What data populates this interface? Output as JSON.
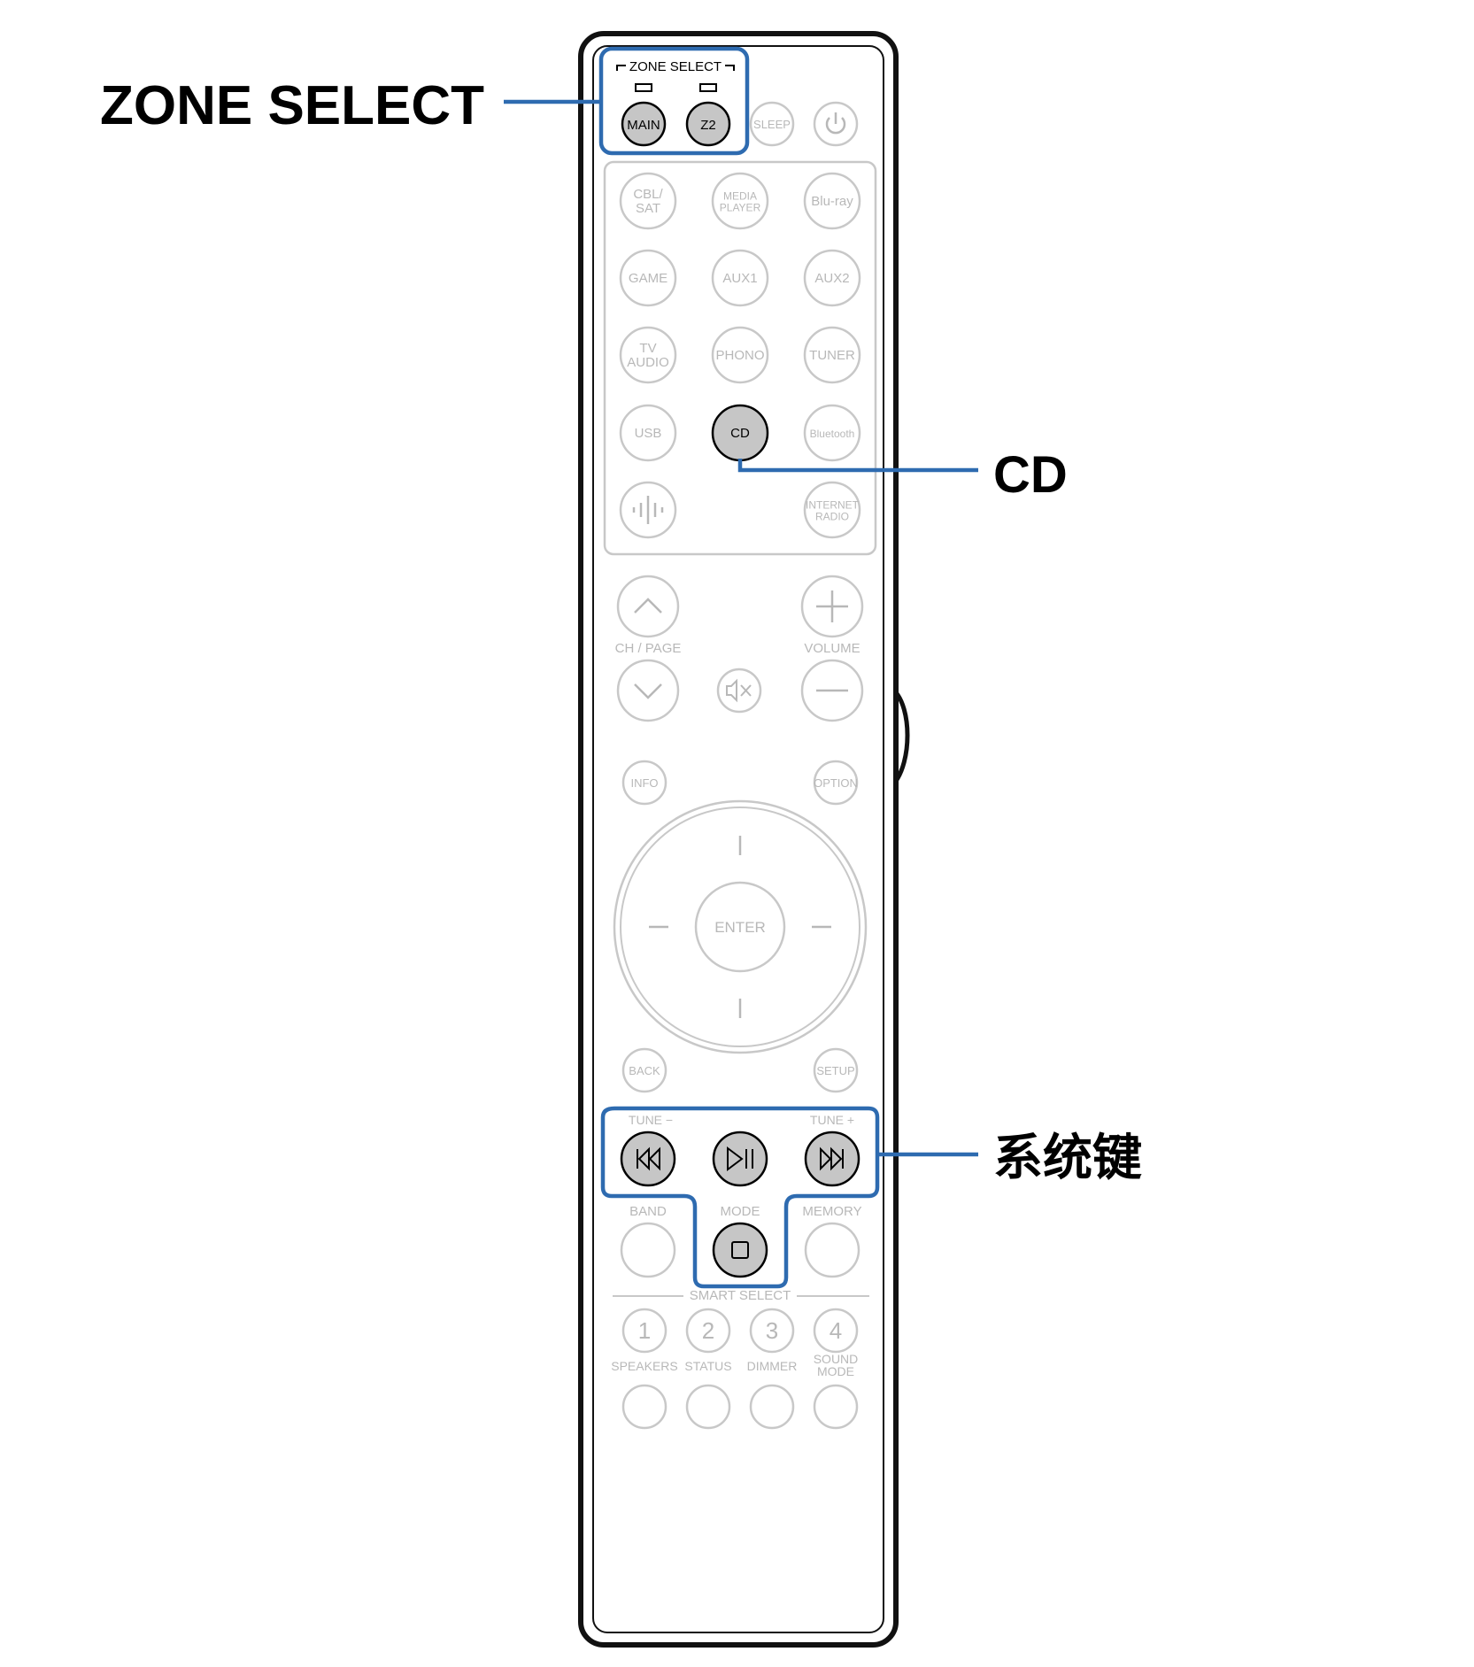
{
  "callouts": {
    "zone_select": "ZONE SELECT",
    "cd": "CD",
    "system_keys": "系统键"
  },
  "remote": {
    "zone_select_label": "ZONE SELECT",
    "main": "MAIN",
    "z2": "Z2",
    "sleep": "SLEEP",
    "source_buttons": [
      [
        "CBL/",
        "SAT"
      ],
      [
        "MEDIA",
        "PLAYER"
      ],
      [
        "Blu-ray"
      ],
      [
        "GAME"
      ],
      [
        "AUX1"
      ],
      [
        "AUX2"
      ],
      [
        "TV",
        "AUDIO"
      ],
      [
        "PHONO"
      ],
      [
        "TUNER"
      ],
      [
        "USB"
      ],
      [
        "CD"
      ],
      [
        "Bluetooth"
      ],
      [
        "INTERNET",
        "RADIO"
      ]
    ],
    "ch_page": "CH / PAGE",
    "volume": "VOLUME",
    "info": "INFO",
    "option": "OPTION",
    "enter": "ENTER",
    "back": "BACK",
    "setup": "SETUP",
    "tune_minus": "TUNE −",
    "tune_plus": "TUNE +",
    "band": "BAND",
    "mode": "MODE",
    "memory": "MEMORY",
    "smart_select": "SMART SELECT",
    "numbers": [
      "1",
      "2",
      "3",
      "4"
    ],
    "bottom_labels": [
      "SPEAKERS",
      "STATUS",
      "DIMMER"
    ],
    "sound_mode": [
      "SOUND",
      "MODE"
    ]
  },
  "colors": {
    "highlight": "#2e6bb0",
    "active_button_fill": "#c6c6c6",
    "inactive_stroke": "#c8c8c8",
    "inactive_text": "#b8b8b8",
    "body_outline": "#111111"
  }
}
